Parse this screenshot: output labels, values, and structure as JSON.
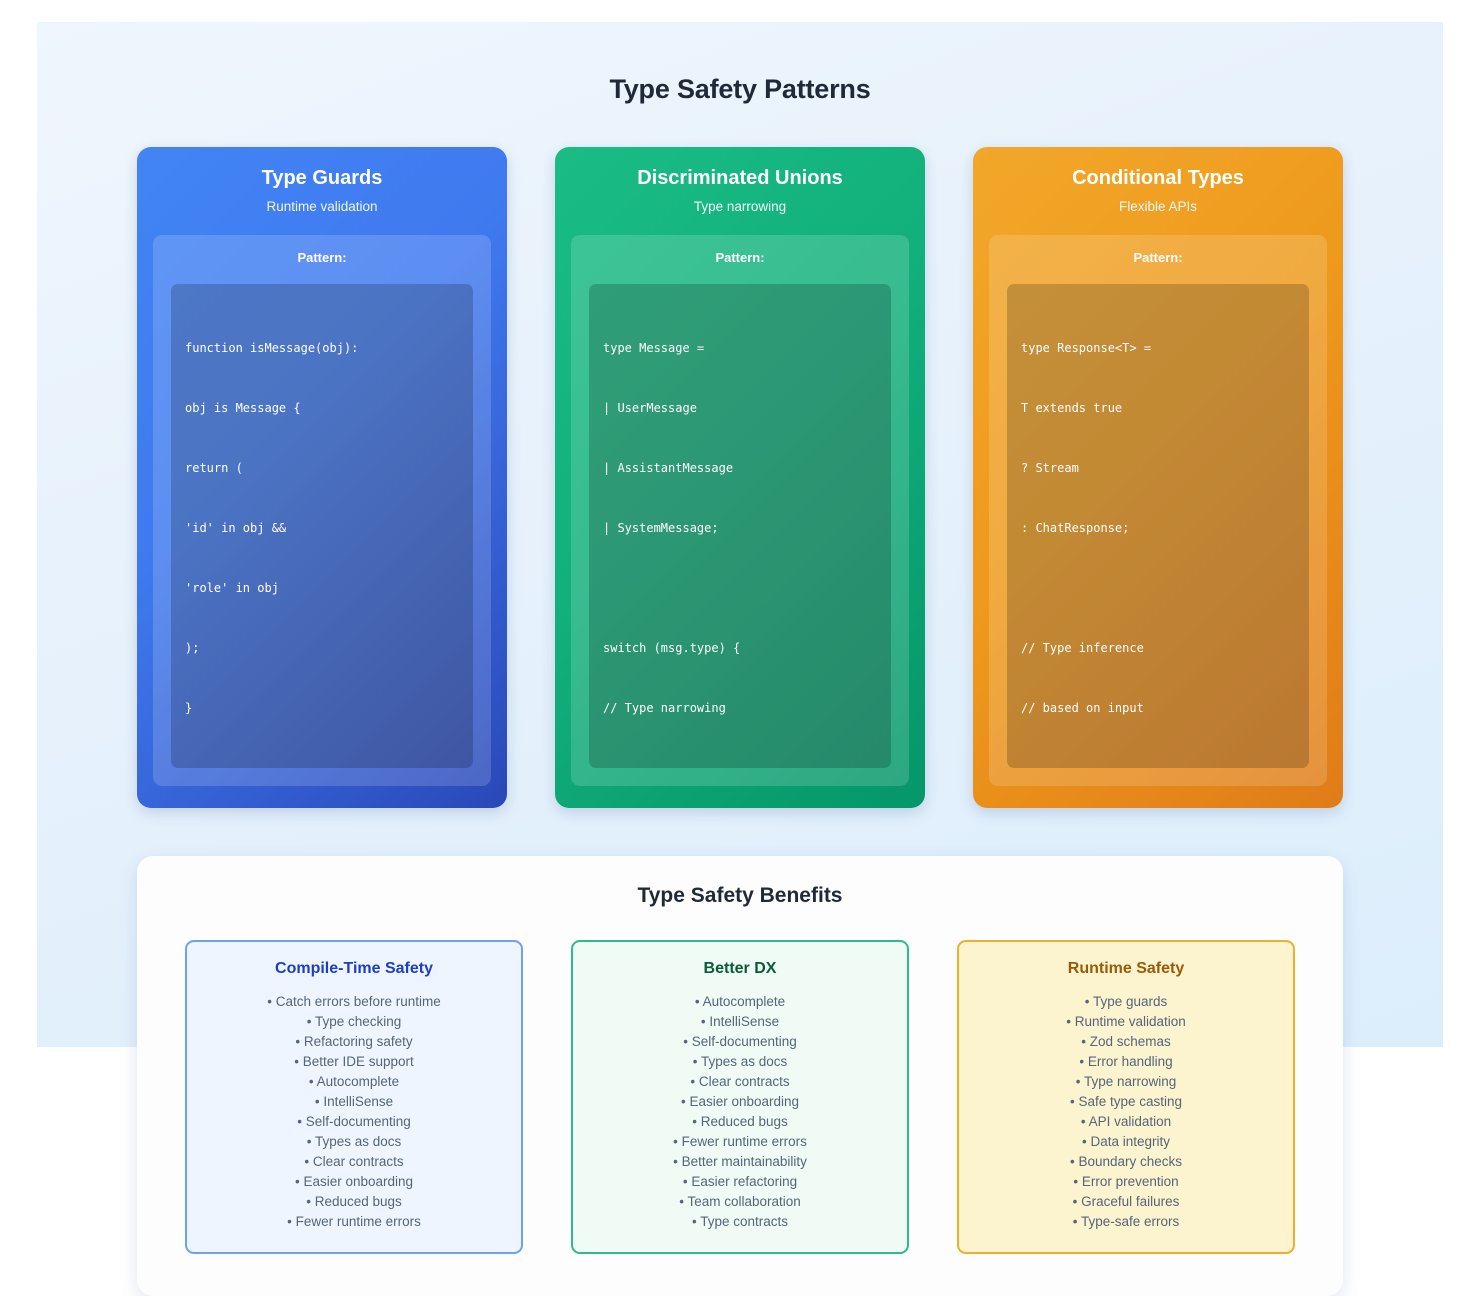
{
  "page": {
    "title": "Type Safety Patterns",
    "background_start": "#eff6fd",
    "background_end": "#dceefc"
  },
  "patterns": [
    {
      "title": "Type Guards",
      "subtitle": "Runtime validation",
      "pattern_label": "Pattern:",
      "accent": "#3b82f6",
      "accent_end": "#2a48b8",
      "code": [
        "function isMessage(obj):",
        "obj is Message {",
        "return (",
        "'id' in obj &&",
        "'role' in obj",
        ");",
        "}"
      ]
    },
    {
      "title": "Discriminated Unions",
      "subtitle": "Type narrowing",
      "pattern_label": "Pattern:",
      "accent": "#1abc85",
      "accent_end": "#059669",
      "code": [
        "type Message =",
        "| UserMessage",
        "| AssistantMessage",
        "| SystemMessage;",
        "",
        "switch (msg.type) {",
        "// Type narrowing"
      ]
    },
    {
      "title": "Conditional Types",
      "subtitle": "Flexible APIs",
      "pattern_label": "Pattern:",
      "accent": "#f2a72a",
      "accent_end": "#e07c18",
      "code": [
        "type Response<T> =",
        "T extends true",
        "? Stream",
        ": ChatResponse;",
        "",
        "// Type inference",
        "// based on input"
      ]
    }
  ],
  "benefits": {
    "title": "Type Safety Benefits",
    "cards": [
      {
        "title": "Compile-Time Safety",
        "border": "#6da2f0",
        "background": "#eff5fe",
        "title_color": "#1b3fc4",
        "items": [
          "• Catch errors before runtime",
          "• Type checking",
          "• Refactoring safety",
          "• Better IDE support",
          "• Autocomplete",
          "• IntelliSense",
          "• Self-documenting",
          "• Types as docs",
          "• Clear contracts",
          "• Easier onboarding",
          "• Reduced bugs",
          "• Fewer runtime errors"
        ]
      },
      {
        "title": "Better DX",
        "border": "#2eba8c",
        "background": "#effbf4",
        "title_color": "#0a5c36",
        "items": [
          "• Autocomplete",
          "• IntelliSense",
          "• Self-documenting",
          "• Types as docs",
          "• Clear contracts",
          "• Easier onboarding",
          "• Reduced bugs",
          "• Fewer runtime errors",
          "• Better maintainability",
          "• Easier refactoring",
          "• Team collaboration",
          "• Type contracts"
        ]
      },
      {
        "title": "Runtime Safety",
        "border": "#f0ad2e",
        "background": "#fcf3cf",
        "title_color": "#9a5b08",
        "items": [
          "• Type guards",
          "• Runtime validation",
          "• Zod schemas",
          "• Error handling",
          "• Type narrowing",
          "• Safe type casting",
          "• API validation",
          "• Data integrity",
          "• Boundary checks",
          "• Error prevention",
          "• Graceful failures",
          "• Type-safe errors"
        ]
      }
    ]
  }
}
